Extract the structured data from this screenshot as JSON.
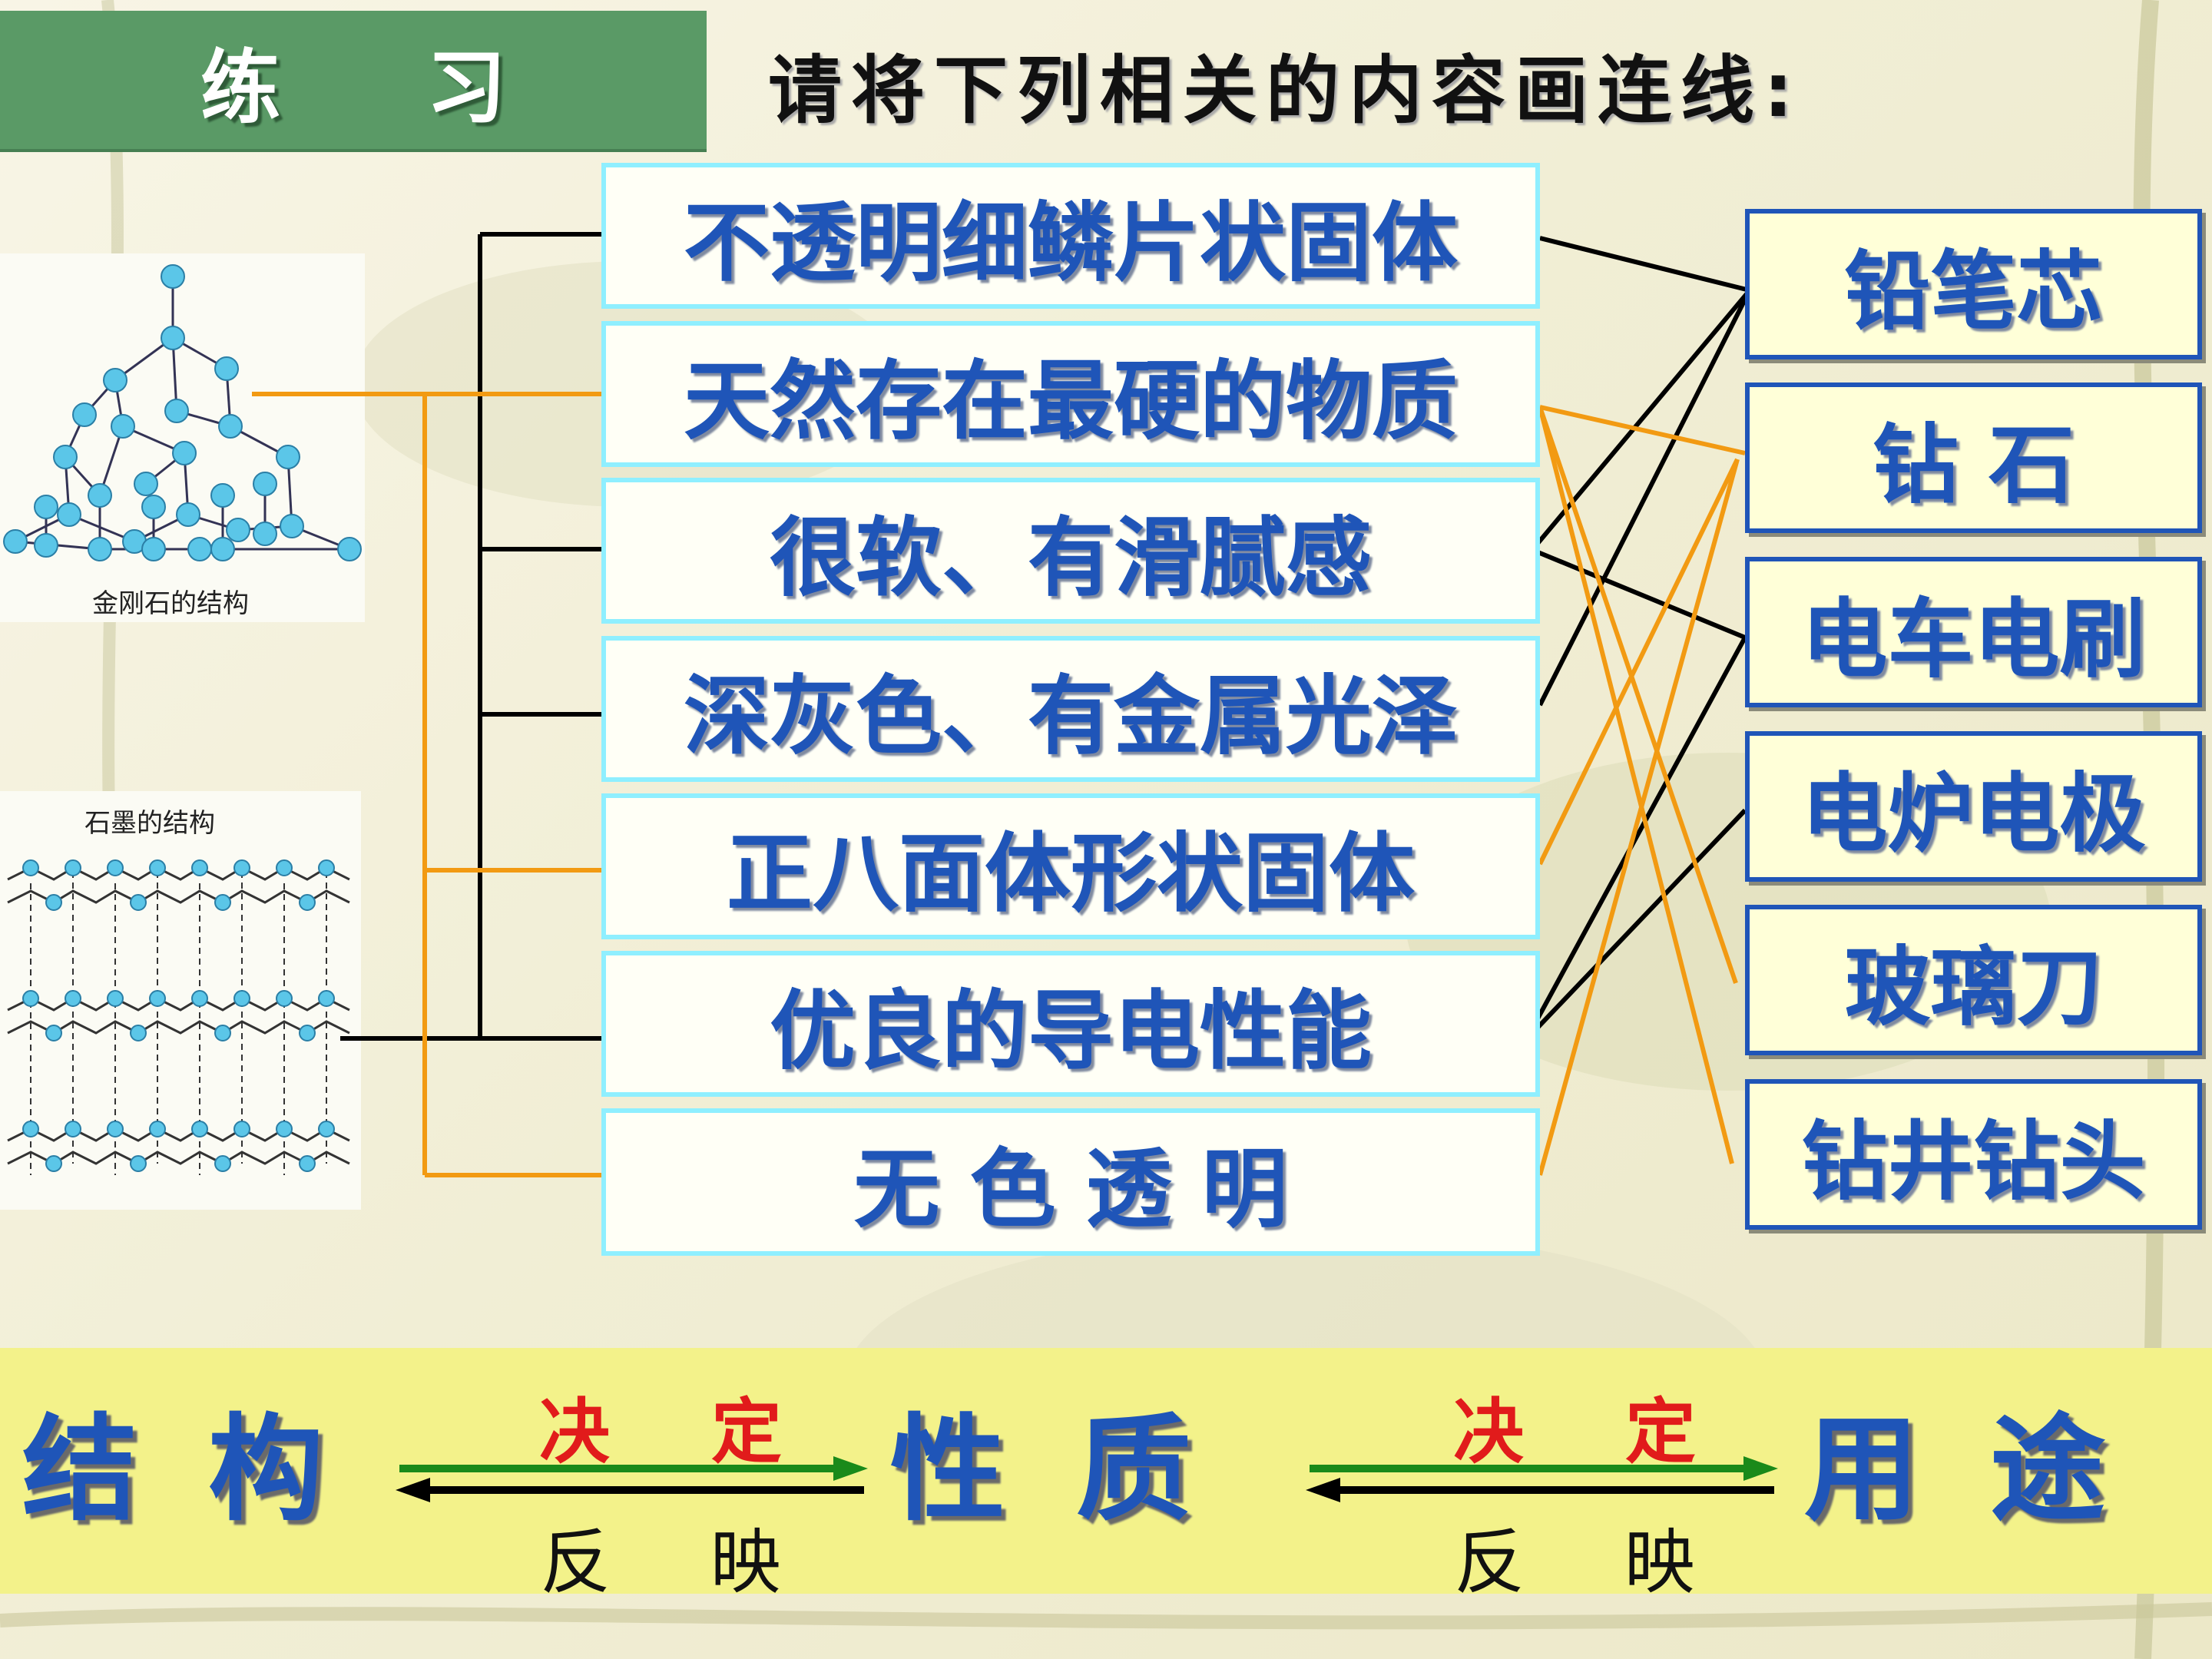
{
  "header": {
    "label_left": "练",
    "label_right": "习"
  },
  "instruction": "请将下列相关的内容画连线:",
  "figures": {
    "diamond_caption": "金刚石的结构",
    "graphite_caption": "石墨的结构"
  },
  "properties": [
    "不透明细鳞片状固体",
    "天然存在最硬的物质",
    "很软、有滑腻感",
    "深灰色、有金属光泽",
    "正八面体形状固体",
    "优良的导电性能",
    "无 色 透 明"
  ],
  "uses": [
    "铅笔芯",
    "钻 石",
    "电车电刷",
    "电炉电极",
    "玻璃刀",
    "钻井钻头"
  ],
  "summary": {
    "structure": "结 构",
    "property": "性 质",
    "use": "用 途",
    "arrow1_top": "决 定",
    "arrow1_bottom": "反 映",
    "arrow2_top": "决 定",
    "arrow2_bottom": "反 映"
  },
  "connections": {
    "graphite_properties": [
      0,
      2,
      3,
      5
    ],
    "diamond_properties": [
      1,
      4,
      6
    ],
    "graphite_property_to_use": [
      [
        0,
        0
      ],
      [
        3,
        0
      ],
      [
        2,
        2
      ],
      [
        5,
        3
      ]
    ],
    "diamond_property_to_use": [
      [
        1,
        1
      ],
      [
        1,
        4
      ],
      [
        1,
        5
      ],
      [
        4,
        1
      ],
      [
        6,
        1
      ]
    ]
  },
  "colors": {
    "graphite_line": "#000000",
    "diamond_line": "#f29a12",
    "box_text": "#1f55b8",
    "header_bg": "#5a9a66",
    "summary_bg": "#f3f28a",
    "arrow_green": "#1a8a1a",
    "arrow_red_text": "#e11b1b"
  }
}
